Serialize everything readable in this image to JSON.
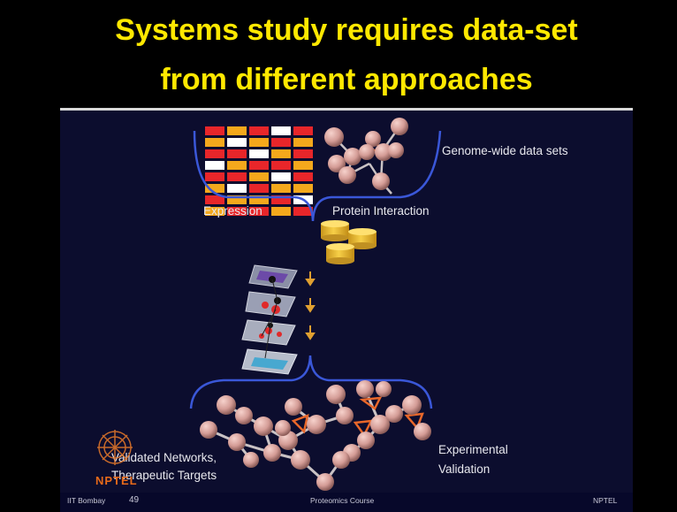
{
  "slide": {
    "title_line1": "Systems study requires data-set",
    "title_line2": "from different approaches",
    "labels": {
      "genome_wide": "Genome-wide data sets",
      "expression": "Expression",
      "protein_interaction": "Protein Interaction",
      "validated_line1": "Validated Networks,",
      "validated_line2": "Therapeutic Targets",
      "experimental_line1": "Experimental",
      "experimental_line2": "Validation"
    },
    "footer": {
      "institute": "IIT Bombay",
      "page_number": "49",
      "course": "Proteomics Course",
      "brand": "NPTEL"
    },
    "logo_text": "NPTEL"
  },
  "colors": {
    "title": "#ffe800",
    "background": "#0c0d2e",
    "bracket": "#3a57d8",
    "arrow": "#e0a030",
    "node": "#d9a09a",
    "edge": "#e06a1a",
    "heatmap_red": "#e8262a",
    "heatmap_orange": "#f4a81c",
    "heatmap_white": "#ffffff",
    "database": "#f2c230"
  }
}
